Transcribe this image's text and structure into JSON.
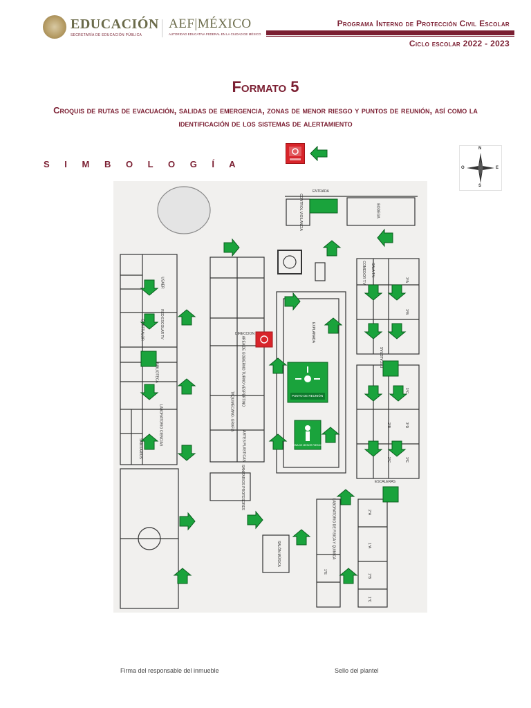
{
  "header": {
    "edu_logo": "EDUCACIÓN",
    "edu_sub": "SECRETARÍA DE EDUCACIÓN PÚBLICA",
    "aef_logo": "AEF|MÉXICO",
    "aef_sub": "AUTORIDAD EDUCATIVA FEDERAL EN LA CIUDAD DE MÉXICO",
    "program": "Programa Interno de Protección Civil Escolar",
    "cycle": "Ciclo escolar 2022 - 2023",
    "accent_color": "#7b1f32"
  },
  "title": "Formato 5",
  "subtitle": "Croquis de rutas de evacuación, salidas de emergencia, zonas de menor riesgo y puntos de reunión, así como la identificación de los sistemas de alertamiento",
  "simbologia": "S I M B O L O G Í A",
  "compass": {
    "n": "N",
    "s": "S",
    "o": "O",
    "e": "E"
  },
  "map": {
    "entrance": "ENTRADA",
    "bodega": "BODEGA",
    "control": "CONTROL VIGILANCIA",
    "usaer": "USAER",
    "red_escolar": "RED ESCOLAR TV",
    "contralor": "CONTRALOR",
    "biblioteca": "BIBLIOTECA",
    "laboratorio_ciencias": "LABORATORIO CIENCIAS",
    "sanitarios": "SANITARIOS",
    "direccion": "DIRECCION",
    "area_gobierno": "ÁREA DE GOBIERNO TURNO VESPERTINO",
    "taquimecanografia": "TAQUIMECANO- GRAFIA",
    "artes": "ARTES PLASTICAS",
    "explanada": "EXPLANADA",
    "punto_reunion": "PUNTO DE REUNIÓN",
    "zona_menor_riesgo": "ZONA DE MENOR RIESGO",
    "escaleras": "ESCALERAS",
    "sanitarios_prof": "SANITARIOS PROFESORES",
    "salon_musica": "SALÓN MÚSICA",
    "lab_fisica": "LABORATORIO DE FISICA Y QUIMICA",
    "comedor": "COMEDOR T.V.",
    "sala_tv": "SALA T.V.",
    "rooms": [
      "3°A",
      "3°B",
      "3°C",
      "2°B",
      "3°D",
      "2°C",
      "3°E",
      "2°A",
      "1°A",
      "1°B",
      "1°C",
      "1°E"
    ]
  },
  "footer": {
    "firma": "Firma del responsable del inmueble",
    "sello": "Sello del plantel"
  }
}
